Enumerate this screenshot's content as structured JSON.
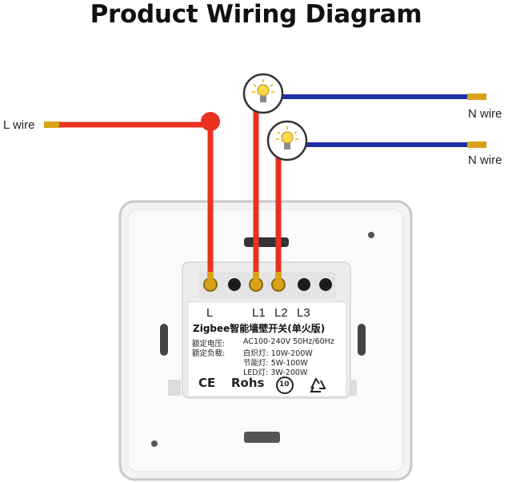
{
  "title": "Product Wiring Diagram",
  "wires": {
    "l_wire_label": "L wire",
    "n_wire_1_label": "N wire",
    "n_wire_2_label": "N wire",
    "live_color": "#e8311f",
    "neutral_color": "#1f2fa8",
    "terminal_color": "#d9a21a"
  },
  "terminals": [
    "L",
    "L1",
    "L2",
    "L3"
  ],
  "product_label": {
    "name": "Zigbee智能墙壁开关(单火版)",
    "specs": [
      {
        "key": "额定电压:",
        "value": "AC100-240V 50Hz/60Hz"
      },
      {
        "key": "额定负载:",
        "value": "白炽灯: 10W-200W"
      },
      {
        "key": "",
        "value": "节能灯: 5W-100W"
      },
      {
        "key": "",
        "value": "LED灯: 3W-200W"
      }
    ],
    "certifications": {
      "ce": "CE",
      "rohs": "Rohs",
      "ten": "10",
      "recycle": "recycle-icon"
    }
  },
  "icons": {
    "bulb_1": "light-bulb-icon",
    "bulb_2": "light-bulb-icon",
    "junction": "junction-dot-icon"
  }
}
